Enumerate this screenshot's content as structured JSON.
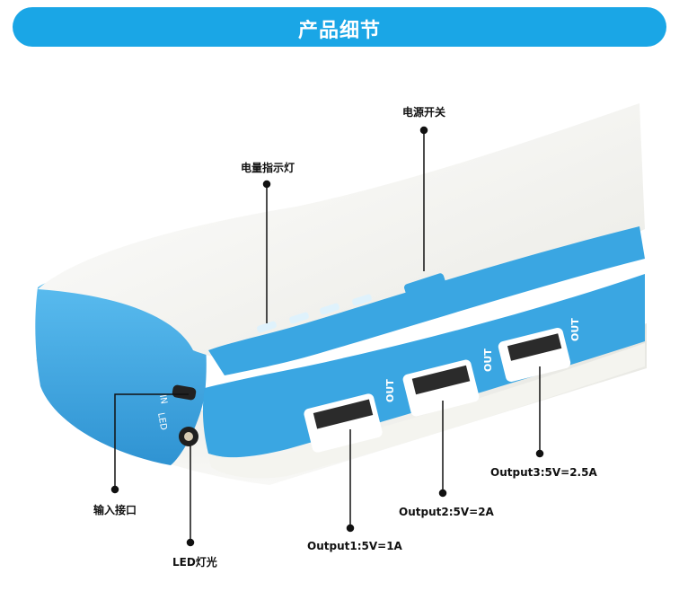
{
  "banner": {
    "title": "产品细节"
  },
  "callouts": {
    "power_switch": "电源开关",
    "battery_indicator": "电量指示灯",
    "input_port": "输入接口",
    "led_light": "LED灯光",
    "output1": "Output1:5V=1A",
    "output2": "Output2:5V=2A",
    "output3": "Output3:5V=2.5A"
  },
  "device": {
    "port_labels": {
      "in": "IN",
      "led": "LED",
      "out": "OUT"
    }
  },
  "colors": {
    "accent_blue": "#1aa6e6",
    "device_blue": "#3aa6e2",
    "device_white": "#f4f4ef"
  }
}
